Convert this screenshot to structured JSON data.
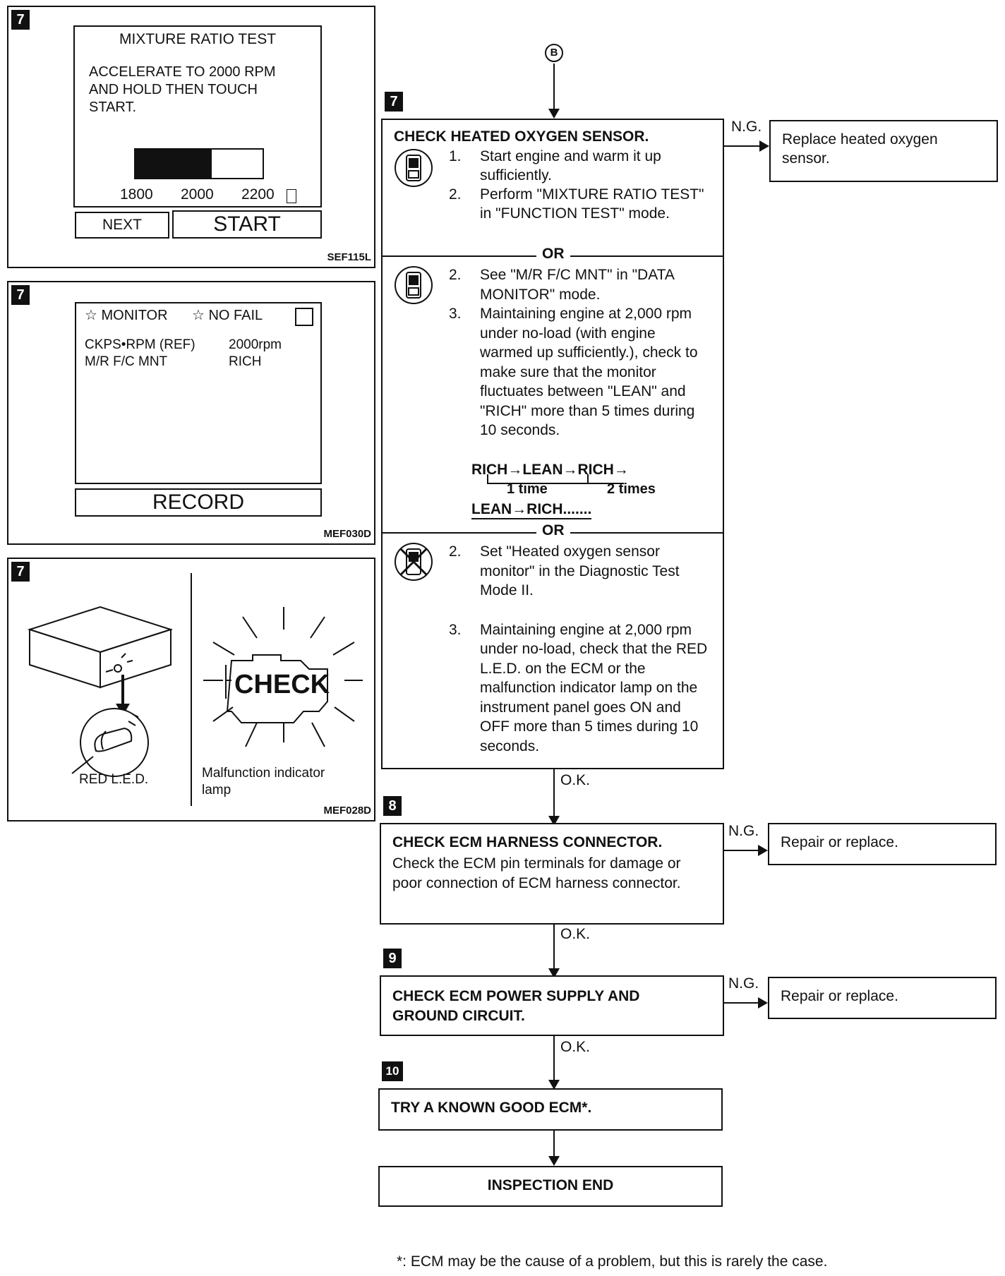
{
  "panel1": {
    "badge": "7",
    "screen_title": "MIXTURE RATIO TEST",
    "screen_msg_1": "ACCELERATE TO 2000 RPM",
    "screen_msg_2": "AND HOLD THEN TOUCH",
    "screen_msg_3": "START.",
    "gauge_fill_fraction": 0.6,
    "ticks": [
      "1800",
      "2000",
      "2200"
    ],
    "next_label": "NEXT",
    "start_label": "START",
    "code": "SEF115L"
  },
  "panel2": {
    "badge": "7",
    "monitor_label": "☆ MONITOR",
    "nofail_label": "☆ NO FAIL",
    "row1_name": "CKPS•RPM (REF)",
    "row1_value": "2000rpm",
    "row2_name": "M/R F/C MNT",
    "row2_value": "RICH",
    "record_label": "RECORD",
    "code": "MEF030D"
  },
  "panel3": {
    "badge": "7",
    "check_label": "CHECK",
    "led_label": "RED L.E.D.",
    "mil_label_1": "Malfunction indicator",
    "mil_label_2": "lamp",
    "code": "MEF028D"
  },
  "flow": {
    "connector_label": "B",
    "step7": {
      "badge": "7",
      "title": "CHECK HEATED OXYGEN SENSOR.",
      "a1_num": "1.",
      "a1": "Start engine and warm it up sufficiently.",
      "a2_num": "2.",
      "a2": "Perform \"MIXTURE RATIO TEST\" in \"FUNCTION TEST\" mode.",
      "or1": "OR",
      "b2_num": "2.",
      "b2": "See \"M/R F/C MNT\" in \"DATA MONITOR\" mode.",
      "b3_num": "3.",
      "b3": "Maintaining engine at 2,000 rpm under no-load (with engine warmed up sufficiently.), check to make sure that the monitor fluctuates between \"LEAN\" and \"RICH\" more than 5 times during 10 seconds.",
      "seq1": "RICH→LEAN→RICH→",
      "seq_1time": "1 time",
      "seq_2times": "2 times",
      "seq2": "LEAN→RICH.......",
      "or2": "OR",
      "c2_num": "2.",
      "c2": "Set \"Heated oxygen sensor monitor\" in the Diagnostic Test Mode II.",
      "c3_num": "3.",
      "c3": "Maintaining engine at 2,000 rpm under no-load, check that the RED L.E.D. on the ECM or the malfunction indicator lamp on the instrument panel goes ON and OFF more than 5 times during 10 seconds.",
      "ng": "N.G.",
      "ng_action": "Replace heated oxygen sensor.",
      "ok": "O.K."
    },
    "step8": {
      "badge": "8",
      "title": "CHECK ECM HARNESS CONNECTOR.",
      "body": "Check the ECM pin terminals for damage or poor connection of ECM harness connector.",
      "ng": "N.G.",
      "ng_action": "Repair or replace.",
      "ok": "O.K."
    },
    "step9": {
      "badge": "9",
      "title_1": "CHECK ECM POWER SUPPLY AND",
      "title_2": "GROUND CIRCUIT.",
      "ng": "N.G.",
      "ng_action": "Repair or replace.",
      "ok": "O.K."
    },
    "step10": {
      "badge": "10",
      "title": "TRY A KNOWN GOOD ECM*."
    },
    "end": "INSPECTION END"
  },
  "footnote": "*: ECM may be the cause of a problem, but this is rarely the case."
}
